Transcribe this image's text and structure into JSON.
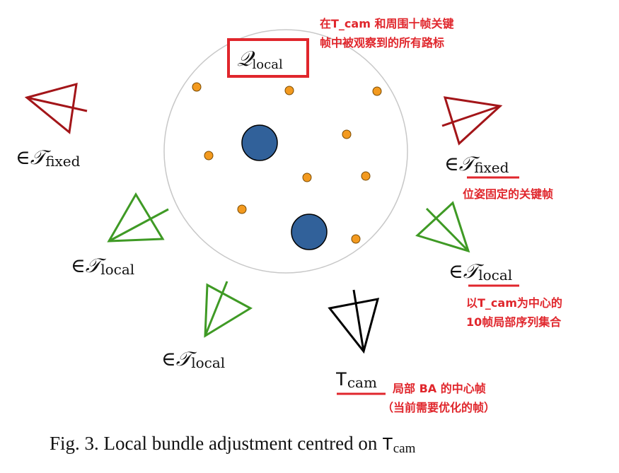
{
  "circle_label": {
    "symbol": "𝒬",
    "subscript": "local"
  },
  "annotations": {
    "landmarks": [
      "在T_cam 和周围十帧关键",
      "帧中被观察到的所有路标"
    ],
    "fixed": "位姿固定的关键帧",
    "local": [
      "以T_cam为中心的",
      "10帧局部序列集合"
    ],
    "cam": [
      "局部 BA 的中心帧",
      "（当前需要优化的帧）"
    ]
  },
  "set_labels": {
    "member": "∈",
    "fixed_symbol": "𝒯",
    "fixed_sub": "fixed",
    "local_symbol": "𝒯",
    "local_sub": "local",
    "cam_main": "T",
    "cam_sub": "cam"
  },
  "caption": {
    "prefix": "Fig. 3.  Local bundle adjustment centred on ",
    "tvar": "T",
    "tsub": "cam"
  },
  "colors": {
    "fixed": "#a31519",
    "local": "#3f9a25",
    "current": "#000000",
    "landmark_small": "#f39a1f",
    "landmark_large": "#31619a",
    "highlight": "#e0262c",
    "circle": "#c8c8c8"
  }
}
